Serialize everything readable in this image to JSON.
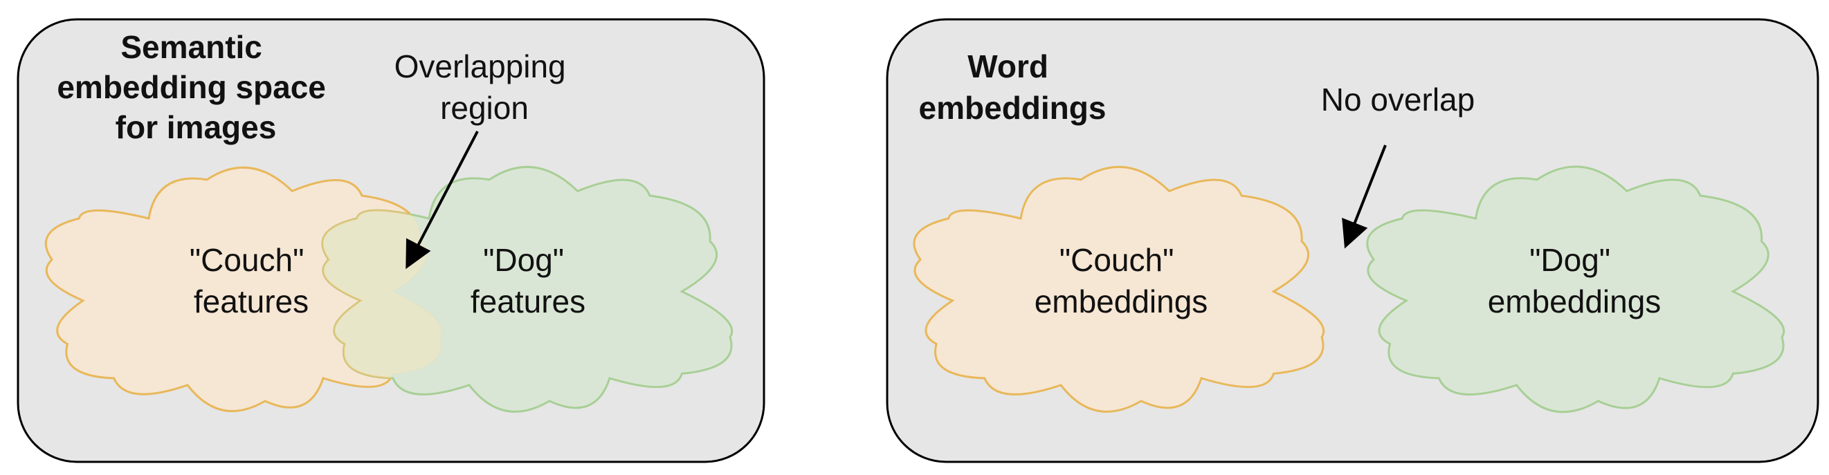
{
  "colors": {
    "panel_fill": "#e6e6e6",
    "panel_stroke": "#000000",
    "couch_fill": "#f6e6d4",
    "couch_stroke": "#e8b85a",
    "dog_fill": "#d9e6d4",
    "dog_stroke": "#a8cf96",
    "overlap_fill": "#e8e6c8",
    "arrow": "#000000"
  },
  "left_panel": {
    "title_lines": [
      "Semantic",
      "embedding space",
      "for images"
    ],
    "annotation_lines": [
      "Overlapping",
      "region"
    ],
    "couch_label_lines": [
      "\"Couch\"",
      "features"
    ],
    "dog_label_lines": [
      "\"Dog\"",
      "features"
    ]
  },
  "right_panel": {
    "title_lines": [
      "Word",
      "embeddings"
    ],
    "annotation_lines": [
      "No overlap"
    ],
    "couch_label_lines": [
      "\"Couch\"",
      "embeddings"
    ],
    "dog_label_lines": [
      "\"Dog\"",
      "embeddings"
    ]
  }
}
